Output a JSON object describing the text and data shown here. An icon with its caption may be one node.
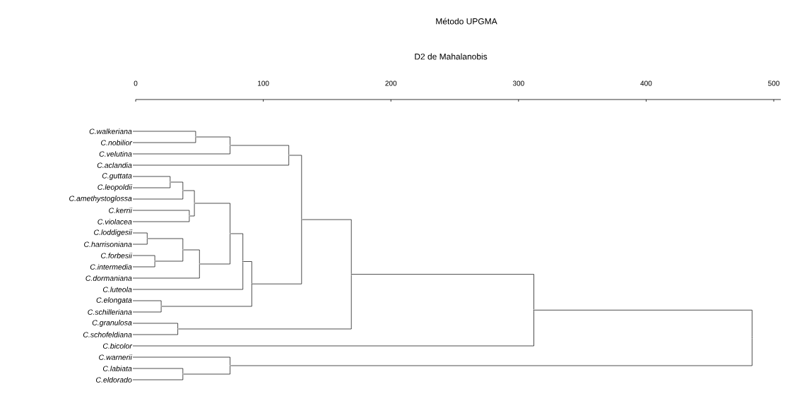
{
  "diagram": {
    "title": "Método UPGMA",
    "nodes": [
      {
        "text": [
          "C.walkeriana"
        ]
      },
      {
        "text": [
          "C.nobilior"
        ]
      },
      {
        "text": [
          "C.velutina"
        ]
      },
      {
        "text": [
          "C.aclandia"
        ]
      },
      {
        "text": [
          "C.guttata"
        ]
      },
      {
        "text": [
          "C.leopoldii"
        ]
      },
      {
        "text": [
          "C.amethystoglossa"
        ]
      },
      {
        "text": [
          "C.kerrii"
        ]
      },
      {
        "text": [
          "C.violacea"
        ]
      },
      {
        "text": [
          "C.loddigesii"
        ]
      },
      {
        "text": [
          "C.harrisoniana"
        ]
      },
      {
        "text": [
          "C.forbesii"
        ]
      },
      {
        "text": [
          "C.intermedia"
        ]
      },
      {
        "text": [
          "C.dormaniana"
        ]
      },
      {
        "text": [
          "C.luteola"
        ]
      },
      {
        "text": [
          "C.elongata"
        ]
      },
      {
        "text": [
          "C.schilleriana"
        ]
      },
      {
        "text": [
          "C.granulosa"
        ]
      },
      {
        "text": [
          "C.schofeldiana"
        ]
      },
      {
        "text": [
          "C.bicolor"
        ]
      },
      {
        "text": [
          "C.warnerii"
        ]
      },
      {
        "text": [
          "C.labiata"
        ]
      },
      {
        "text": [
          "C.eldorado"
        ]
      },
      {
        "text": [],
        "shape": "point"
      },
      {
        "text": [],
        "shape": "point"
      },
      {
        "text": [],
        "shape": "point"
      },
      {
        "text": [],
        "shape": "point"
      },
      {
        "text": [],
        "shape": "point"
      },
      {
        "text": [],
        "shape": "point"
      },
      {
        "text": [],
        "shape": "point"
      },
      {
        "text": [],
        "shape": "point"
      },
      {
        "text": [],
        "shape": "point"
      },
      {
        "text": [],
        "shape": "point"
      },
      {
        "text": [],
        "shape": "point"
      },
      {
        "text": [],
        "shape": "point"
      },
      {
        "text": [],
        "shape": "point"
      },
      {
        "text": [],
        "shape": "point"
      },
      {
        "text": [],
        "shape": "point"
      },
      {
        "text": [],
        "shape": "point"
      },
      {
        "text": [],
        "shape": "point"
      },
      {
        "text": [],
        "shape": "point"
      },
      {
        "text": [],
        "shape": "point"
      },
      {
        "text": [],
        "shape": "point"
      },
      {
        "text": [],
        "shape": "point"
      },
      {
        "text": [],
        "shape": "point"
      }
    ],
    "edges": [
      {
        "from": 0,
        "to": 23,
        "arrow": "none"
      },
      {
        "from": 1,
        "to": 23,
        "arrow": "none"
      },
      {
        "from": 23,
        "to": 24,
        "arrow": "none"
      },
      {
        "from": 2,
        "to": 24,
        "arrow": "none"
      },
      {
        "from": 24,
        "to": 25,
        "arrow": "none"
      },
      {
        "from": 3,
        "to": 25,
        "arrow": "none"
      },
      {
        "from": 4,
        "to": 26,
        "arrow": "none"
      },
      {
        "from": 5,
        "to": 26,
        "arrow": "none"
      },
      {
        "from": 26,
        "to": 27,
        "arrow": "none"
      },
      {
        "from": 6,
        "to": 27,
        "arrow": "none"
      },
      {
        "from": 7,
        "to": 28,
        "arrow": "none"
      },
      {
        "from": 8,
        "to": 28,
        "arrow": "none"
      },
      {
        "from": 27,
        "to": 29,
        "arrow": "none"
      },
      {
        "from": 28,
        "to": 29,
        "arrow": "none"
      },
      {
        "from": 9,
        "to": 30,
        "arrow": "none"
      },
      {
        "from": 10,
        "to": 30,
        "arrow": "none"
      },
      {
        "from": 11,
        "to": 31,
        "arrow": "none"
      },
      {
        "from": 12,
        "to": 31,
        "arrow": "none"
      },
      {
        "from": 30,
        "to": 32,
        "arrow": "none"
      },
      {
        "from": 31,
        "to": 32,
        "arrow": "none"
      },
      {
        "from": 32,
        "to": 33,
        "arrow": "none"
      },
      {
        "from": 13,
        "to": 33,
        "arrow": "none"
      },
      {
        "from": 29,
        "to": 34,
        "arrow": "none"
      },
      {
        "from": 33,
        "to": 34,
        "arrow": "none"
      },
      {
        "from": 34,
        "to": 35,
        "arrow": "none"
      },
      {
        "from": 14,
        "to": 35,
        "arrow": "none"
      },
      {
        "from": 15,
        "to": 36,
        "arrow": "none"
      },
      {
        "from": 16,
        "to": 36,
        "arrow": "none"
      },
      {
        "from": 35,
        "to": 37,
        "arrow": "none"
      },
      {
        "from": 36,
        "to": 37,
        "arrow": "none"
      },
      {
        "from": 25,
        "to": 38,
        "arrow": "none"
      },
      {
        "from": 37,
        "to": 38,
        "arrow": "none"
      },
      {
        "from": 17,
        "to": 39,
        "arrow": "none"
      },
      {
        "from": 18,
        "to": 39,
        "arrow": "none"
      },
      {
        "from": 38,
        "to": 40,
        "arrow": "none"
      },
      {
        "from": 39,
        "to": 40,
        "arrow": "none"
      },
      {
        "from": 40,
        "to": 41,
        "arrow": "none"
      },
      {
        "from": 19,
        "to": 41,
        "arrow": "none"
      },
      {
        "from": 21,
        "to": 42,
        "arrow": "none"
      },
      {
        "from": 22,
        "to": 42,
        "arrow": "none"
      },
      {
        "from": 20,
        "to": 43,
        "arrow": "none"
      },
      {
        "from": 42,
        "to": 43,
        "arrow": "none"
      },
      {
        "from": 41,
        "to": 44,
        "arrow": "none"
      },
      {
        "from": 43,
        "to": 44,
        "arrow": "none"
      }
    ],
    "labels": [
      "D2 de Mahalanobis",
      "0",
      "100",
      "200",
      "300",
      "400",
      "500"
    ]
  }
}
